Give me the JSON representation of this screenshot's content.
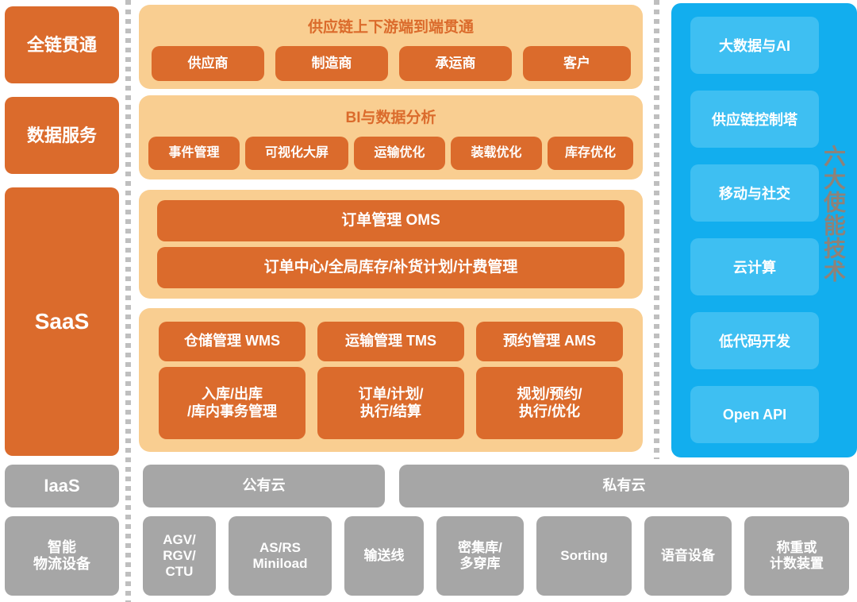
{
  "colors": {
    "orange": "#DB6B2C",
    "panel_light_orange": "#F9CE91",
    "blue": "#12AEEE",
    "blue_item": "#3EBFF2",
    "gray": "#A6A6A6",
    "vertical_caption": "#8E8279",
    "background": "#FFFFFF"
  },
  "left_labels": {
    "all_chain": "全链贯通",
    "data_service": "数据服务",
    "saas": "SaaS",
    "iaas": "IaaS",
    "equipment": "智能\n物流设备"
  },
  "supply_chain": {
    "title": "供应链上下游端到端贯通",
    "items": [
      "供应商",
      "制造商",
      "承运商",
      "客户"
    ]
  },
  "bi": {
    "title": "BI与数据分析",
    "items": [
      "事件管理",
      "可视化大屏",
      "运输优化",
      "装载优化",
      "库存优化"
    ]
  },
  "oms": {
    "items": [
      "订单管理 OMS",
      "订单中心/全局库存/补货计划/计费管理"
    ]
  },
  "systems": {
    "columns": [
      {
        "head": "仓储管理 WMS",
        "body": "入库/出库\n/库内事务管理"
      },
      {
        "head": "运输管理 TMS",
        "body": "订单/计划/\n执行/结算"
      },
      {
        "head": "预约管理 AMS",
        "body": "规划/预约/\n执行/优化"
      }
    ]
  },
  "iaas_row": {
    "public_cloud": "公有云",
    "private_cloud": "私有云"
  },
  "equipment_row": {
    "items": [
      "AGV/\nRGV/\nCTU",
      "AS/RS\nMiniload",
      "输送线",
      "密集库/\n多穿库",
      "Sorting",
      "语音设备",
      "称重或\n计数装置"
    ]
  },
  "enabling_tech": {
    "caption": "六大使能技术",
    "items": [
      "大数据与AI",
      "供应链控制塔",
      "移动与社交",
      "云计算",
      "低代码开发",
      "Open API"
    ]
  }
}
